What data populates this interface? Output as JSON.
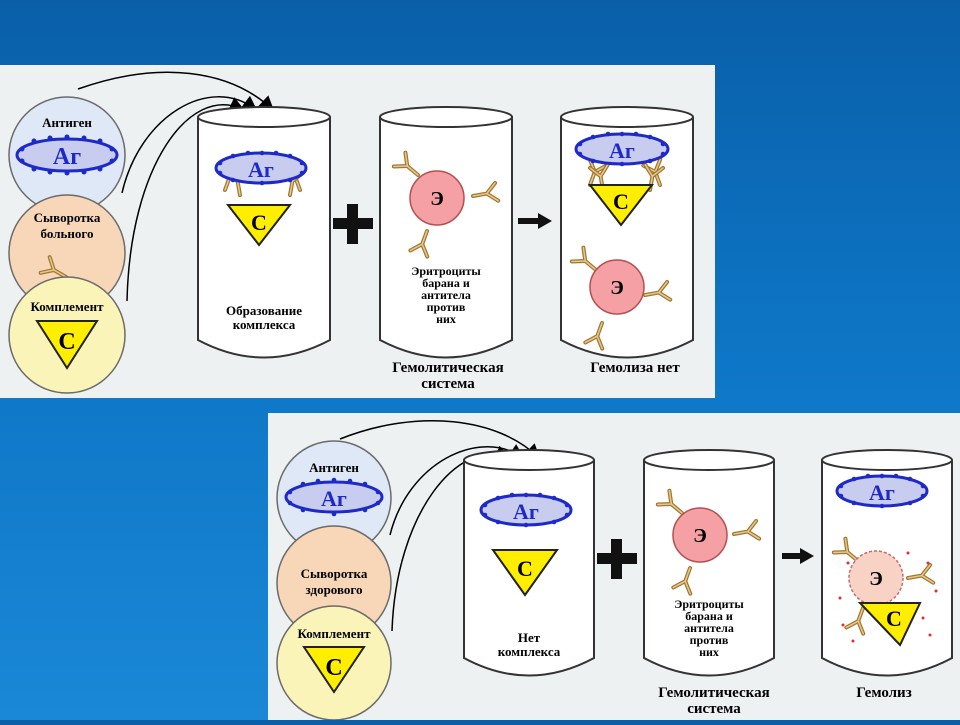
{
  "top": {
    "antigen_label": "Антиген",
    "ag": "Аг",
    "serum_label": [
      "Сыворотка",
      "больного"
    ],
    "complement_label": "Комплемент",
    "c": "С",
    "e": "Э",
    "tube1_caption": [
      "Образование",
      "комплекса"
    ],
    "tube2_caption": [
      "Эритроциты",
      "барана и",
      "антитела",
      "против",
      "них"
    ],
    "hemolytic_label": [
      "Гемолитическая",
      "система"
    ],
    "result_label": "Гемолиза нет"
  },
  "bottom": {
    "antigen_label": "Антиген",
    "ag": "Аг",
    "serum_label": [
      "Сыворотка",
      "здорового"
    ],
    "complement_label": "Комплемент",
    "c": "С",
    "e": "Э",
    "tube1_caption": [
      "Нет",
      "комплекса"
    ],
    "tube2_caption": [
      "Эритроциты",
      "барана и",
      "антитела",
      "против",
      "них"
    ],
    "hemolytic_label": [
      "Гемолитическая",
      "система"
    ],
    "result_label": "Гемолиз"
  },
  "colors": {
    "antigen_fill": "#dfe8f6",
    "serum_fill": "#f7d7b8",
    "complement_fill": "#fbf4b8",
    "ag_blue": "#1e2ac8",
    "c_yellow": "#ffee00",
    "erythrocyte": "#f5a0a4"
  }
}
